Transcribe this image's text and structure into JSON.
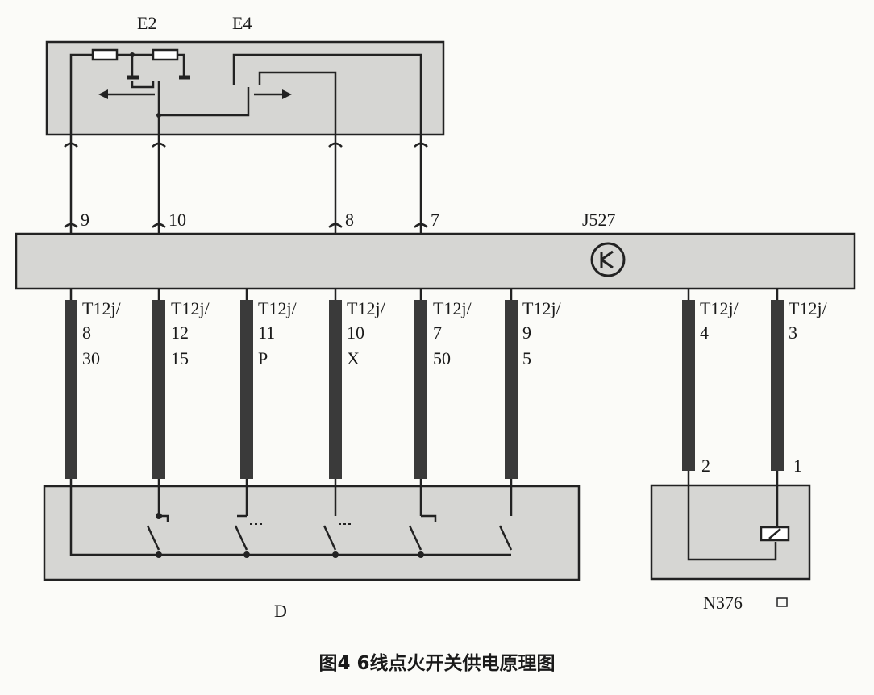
{
  "components": {
    "switch_top_left": "E2",
    "switch_top_right": "E4",
    "control_unit": "J527",
    "ignition_switch": "D",
    "sensor": "N376"
  },
  "top_connectors": [
    "9",
    "10",
    "8",
    "7"
  ],
  "harness_labels": [
    {
      "prefix": "T12j/",
      "pin": "8",
      "terminal": "30"
    },
    {
      "prefix": "T12j/",
      "pin": "12",
      "terminal": "15"
    },
    {
      "prefix": "T12j/",
      "pin": "11",
      "terminal": "P"
    },
    {
      "prefix": "T12j/",
      "pin": "10",
      "terminal": "X"
    },
    {
      "prefix": "T12j/",
      "pin": "7",
      "terminal": "50"
    },
    {
      "prefix": "T12j/",
      "pin": "9",
      "terminal": "5"
    },
    {
      "prefix": "T12j/",
      "pin": "4",
      "terminal": ""
    },
    {
      "prefix": "T12j/",
      "pin": "3",
      "terminal": ""
    }
  ],
  "sensor_pins": [
    "2",
    "1"
  ],
  "caption": "图4  6线点火开关供电原理图",
  "colors": {
    "box_fill": "#d6d6d3",
    "line": "#222222",
    "harness": "#3a3a3a"
  }
}
